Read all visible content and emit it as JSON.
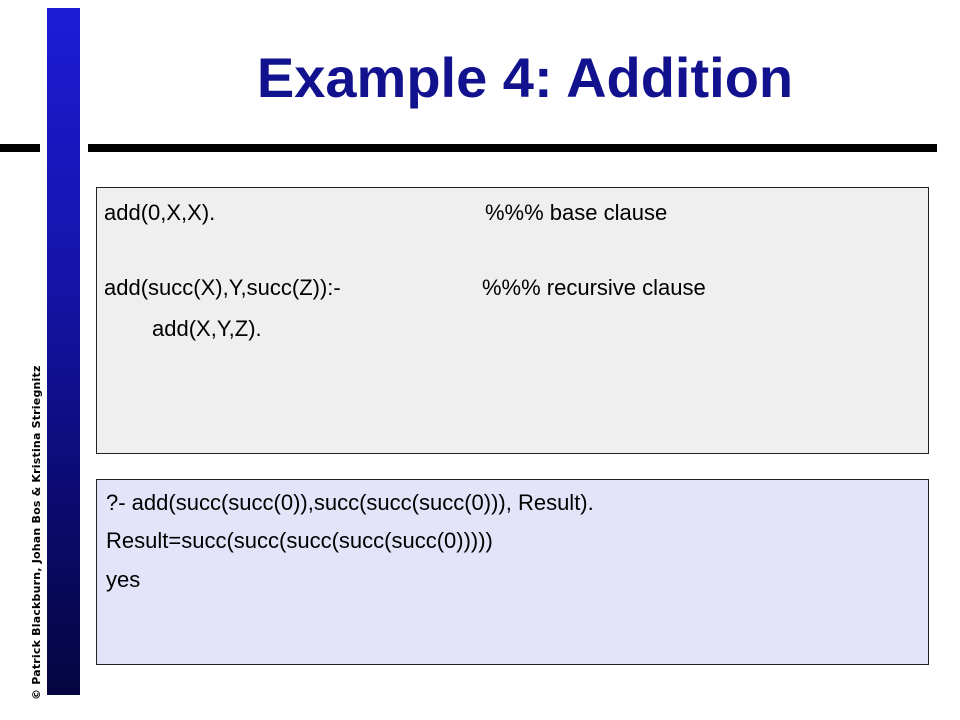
{
  "slide": {
    "title": "Example 4: Addition",
    "copyright": "© Patrick Blackburn, Johan Bos & Kristina Striegnitz"
  },
  "program": {
    "base_code": "add(0,X,X).",
    "base_comment": "%%% base clause",
    "rec_head": "add(succ(X),Y,succ(Z)):-",
    "rec_comment": "%%% recursive clause",
    "rec_body": "add(X,Y,Z)."
  },
  "query": {
    "lines": [
      "?- add(succ(succ(0)),succ(succ(succ(0))), Result).",
      "Result=succ(succ(succ(succ(succ(0)))))",
      "yes"
    ]
  },
  "colors": {
    "title": "#12128f",
    "program_bg": "#efefef",
    "query_bg": "#e3e3fa",
    "bar_top": "#1c1cd6",
    "bar_bottom": "#050540"
  }
}
